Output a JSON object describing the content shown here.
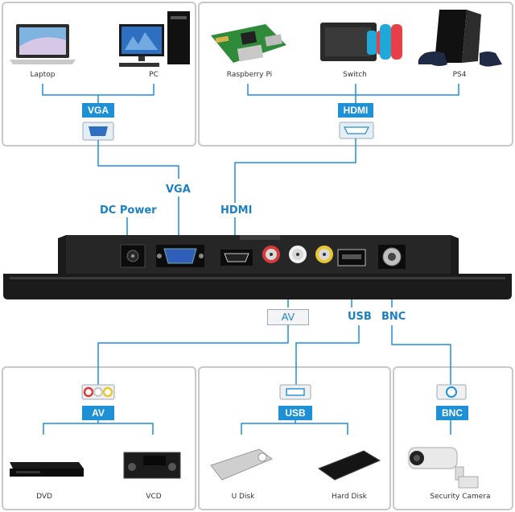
{
  "top_left": {
    "devices": [
      "Laptop",
      "PC"
    ],
    "badge": "VGA"
  },
  "top_right": {
    "devices": [
      "Raspberry Pi",
      "Switch",
      "PS4"
    ],
    "badge": "HDMI"
  },
  "monitor_ports": {
    "vga": "VGA",
    "dc_power": "DC Power",
    "hdmi": "HDMI",
    "av": "AV",
    "usb": "USB",
    "bnc": "BNC"
  },
  "bottom_left": {
    "badge": "AV",
    "devices": [
      "DVD",
      "VCD"
    ]
  },
  "bottom_mid": {
    "badge": "USB",
    "devices": [
      "U Disk",
      "Hard Disk"
    ]
  },
  "bottom_right": {
    "badge": "BNC",
    "devices": [
      "Security Camera"
    ]
  },
  "colors": {
    "accent": "#1e90d6",
    "line": "#1e90d6",
    "panel_border": "#c8c8c8"
  }
}
